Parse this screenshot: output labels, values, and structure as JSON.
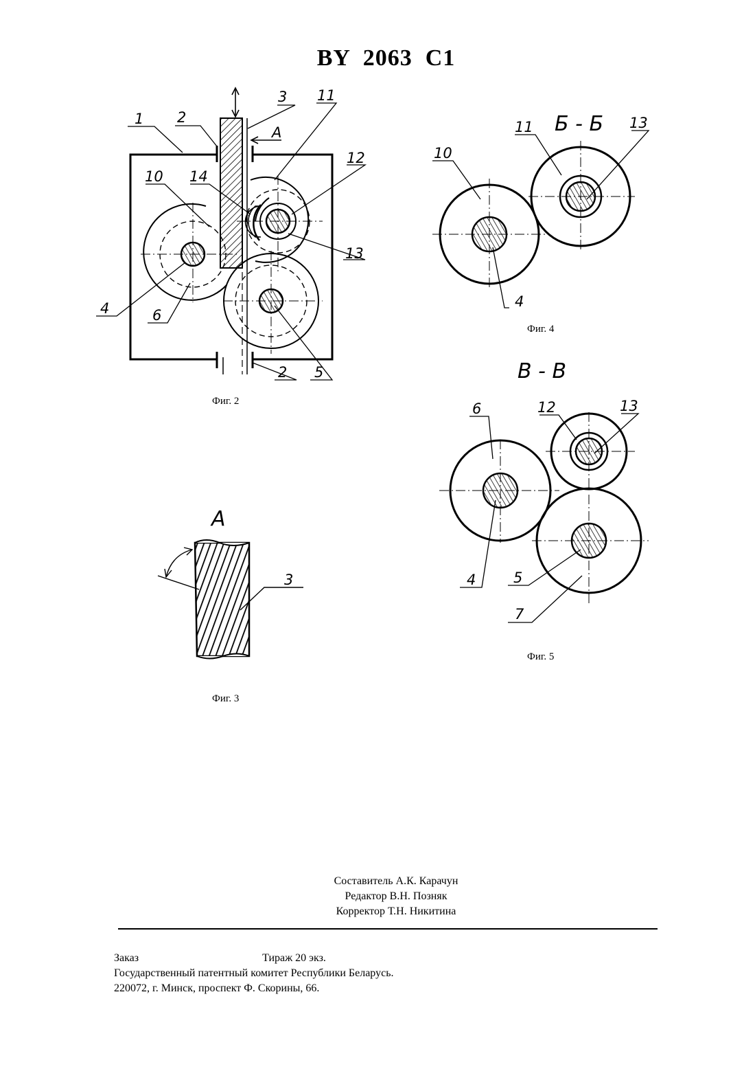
{
  "header": {
    "title": "BY  2063  C1"
  },
  "figures": {
    "fig2": {
      "caption": "Фиг. 2",
      "labels": {
        "l1": "1",
        "l2_top": "2",
        "l3": "3",
        "l11": "11",
        "lA": "A",
        "l12": "12",
        "l10": "10",
        "l14": "14",
        "l13": "13",
        "l4": "4",
        "l6": "6",
        "l2_bottom": "2",
        "l5": "5"
      }
    },
    "fig3": {
      "caption": "Фиг. 3",
      "view_label": "A",
      "labels": {
        "l3": "3"
      }
    },
    "fig4": {
      "caption": "Фиг. 4",
      "section_label": "Б - Б",
      "labels": {
        "l10": "10",
        "l11": "11",
        "l13": "13",
        "l4": "4"
      }
    },
    "fig5": {
      "caption": "Фиг. 5",
      "section_label": "В - В",
      "labels": {
        "l6": "6",
        "l12": "12",
        "l13": "13",
        "l4": "4",
        "l5": "5",
        "l7": "7"
      }
    }
  },
  "credits": {
    "compiler": "Составитель А.К. Карачун",
    "editor": "Редактор В.Н. Позняк",
    "proofreader": "Корректор Т.Н. Никитина"
  },
  "imprint": {
    "order": "Заказ",
    "circulation": "Тираж  20 экз.",
    "publisher": "Государственный патентный комитет Республики Беларусь.",
    "address": "220072, г. Минск, проспект Ф. Скорины, 66."
  }
}
